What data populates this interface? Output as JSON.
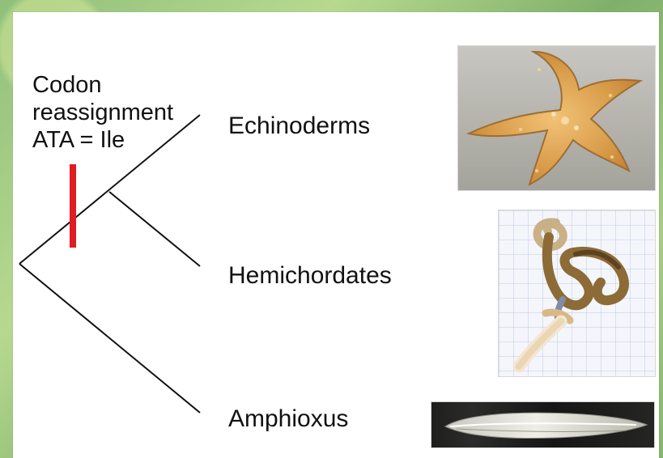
{
  "diagram": {
    "event_label_lines": [
      "Codon",
      "reassignment",
      "ATA = Ile"
    ],
    "taxa": [
      "Echinoderms",
      "Hemichordates",
      "Amphioxus"
    ]
  },
  "colors": {
    "background": "#9fc97f",
    "panel": "#ffffff",
    "text": "#111111",
    "branch": "#111111",
    "marker": "#e01b24"
  },
  "images": [
    {
      "name": "starfish-photo"
    },
    {
      "name": "hemichordate-worm-photo"
    },
    {
      "name": "amphioxus-photo"
    }
  ]
}
